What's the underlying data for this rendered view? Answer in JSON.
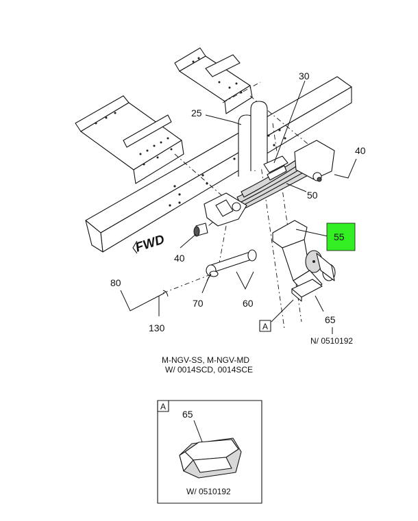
{
  "callouts": {
    "c30": "30",
    "c25": "25",
    "c40_right": "40",
    "c50": "50",
    "c55": "55",
    "c40_left": "40",
    "c80": "80",
    "c70": "70",
    "c60": "60",
    "c130": "130",
    "c65": "65",
    "c65_detail": "65"
  },
  "fwd_label": "FWD",
  "notes": {
    "main_note": "N/ 0510192",
    "caption_line1": "M-NGV-SS, M-NGV-MD",
    "caption_line2": "W/ 0014SCD, 0014SCE"
  },
  "detail": {
    "view_letter": "A",
    "box_letter": "A",
    "note": "W/ 0510192"
  },
  "colors": {
    "highlight": "#33ee22"
  }
}
